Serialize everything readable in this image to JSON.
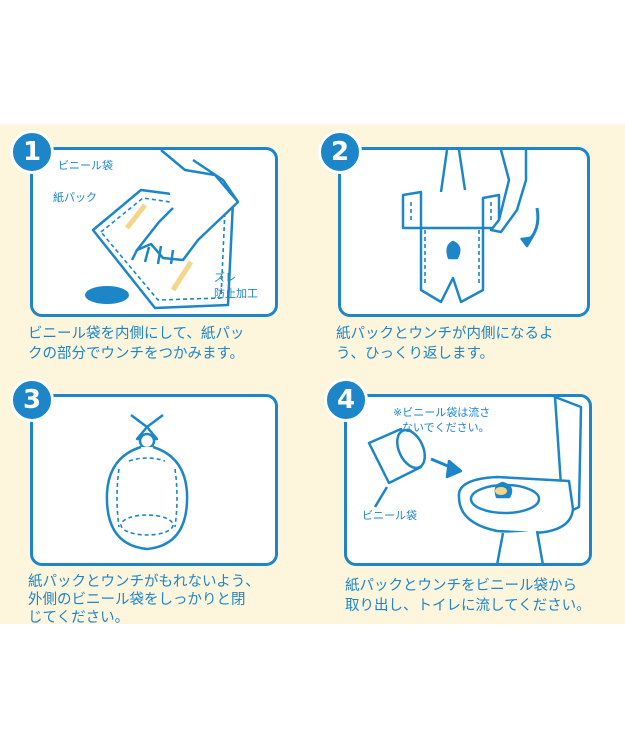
{
  "colors": {
    "accent": "#1d86c8",
    "background": "#fdf5dc",
    "highlight": "#f5d58a"
  },
  "steps": [
    {
      "number": "1",
      "labels": {
        "bag": "ビニール袋",
        "pack": "紙パック",
        "slip_1": "ズレ",
        "slip_2": "防止加工"
      },
      "caption": [
        "ビニール袋を内側にして、紙パッ",
        "クの部分でウンチをつかみます。"
      ],
      "icon": "hand-in-bag-icon"
    },
    {
      "number": "2",
      "caption": [
        "紙パックとウンチが内側になるよ",
        "う、ひっくり返します。"
      ],
      "icon": "flip-bag-icon"
    },
    {
      "number": "3",
      "caption": [
        "紙パックとウンチがもれないよう、",
        "外側のビニール袋をしっかりと閉",
        "じてください。"
      ],
      "icon": "tied-bag-icon"
    },
    {
      "number": "4",
      "labels": {
        "note_1": "※ビニール袋は流さ",
        "note_2": "ないでください。",
        "bag": "ビニール袋"
      },
      "caption": [
        "紙パックとウンチをビニール袋から",
        "取り出し、トイレに流してください。"
      ],
      "icon": "toilet-icon"
    }
  ]
}
